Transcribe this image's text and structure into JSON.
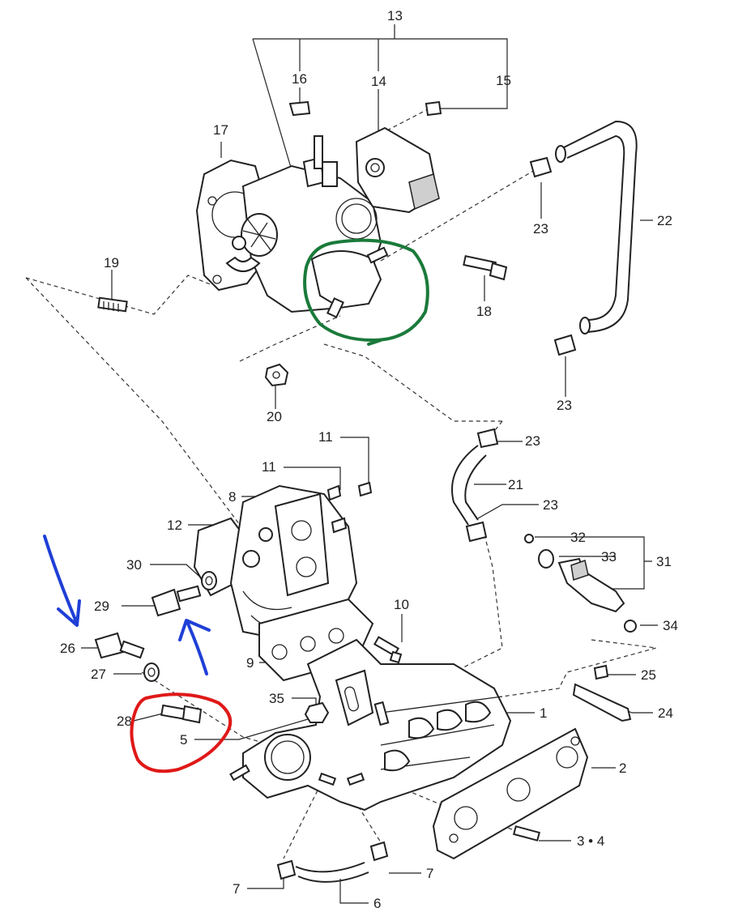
{
  "callouts": {
    "c13": "13",
    "c16": "16",
    "c14": "14",
    "c15": "15",
    "c17": "17",
    "c22": "22",
    "c23a": "23",
    "c19": "19",
    "c18": "18",
    "c20": "20",
    "c23b": "23",
    "c11a": "11",
    "c11b": "11",
    "c23c": "23",
    "c21": "21",
    "c8": "8",
    "c23d": "23",
    "c12": "12",
    "c32": "32",
    "c33": "33",
    "c31": "31",
    "c30": "30",
    "c29": "29",
    "c34": "34",
    "c10": "10",
    "c26": "26",
    "c27": "27",
    "c9": "9",
    "c25": "25",
    "c35": "35",
    "c1": "1",
    "c24": "24",
    "c28": "28",
    "c5": "5",
    "c2": "2",
    "c34b": "3 • 4",
    "c7a": "7",
    "c7b": "7",
    "c6": "6"
  },
  "annotations": {
    "blue_arrow_color": "#1f3fd6",
    "red_circle_color": "#e01818",
    "green_circle_color": "#1a7a3a"
  }
}
